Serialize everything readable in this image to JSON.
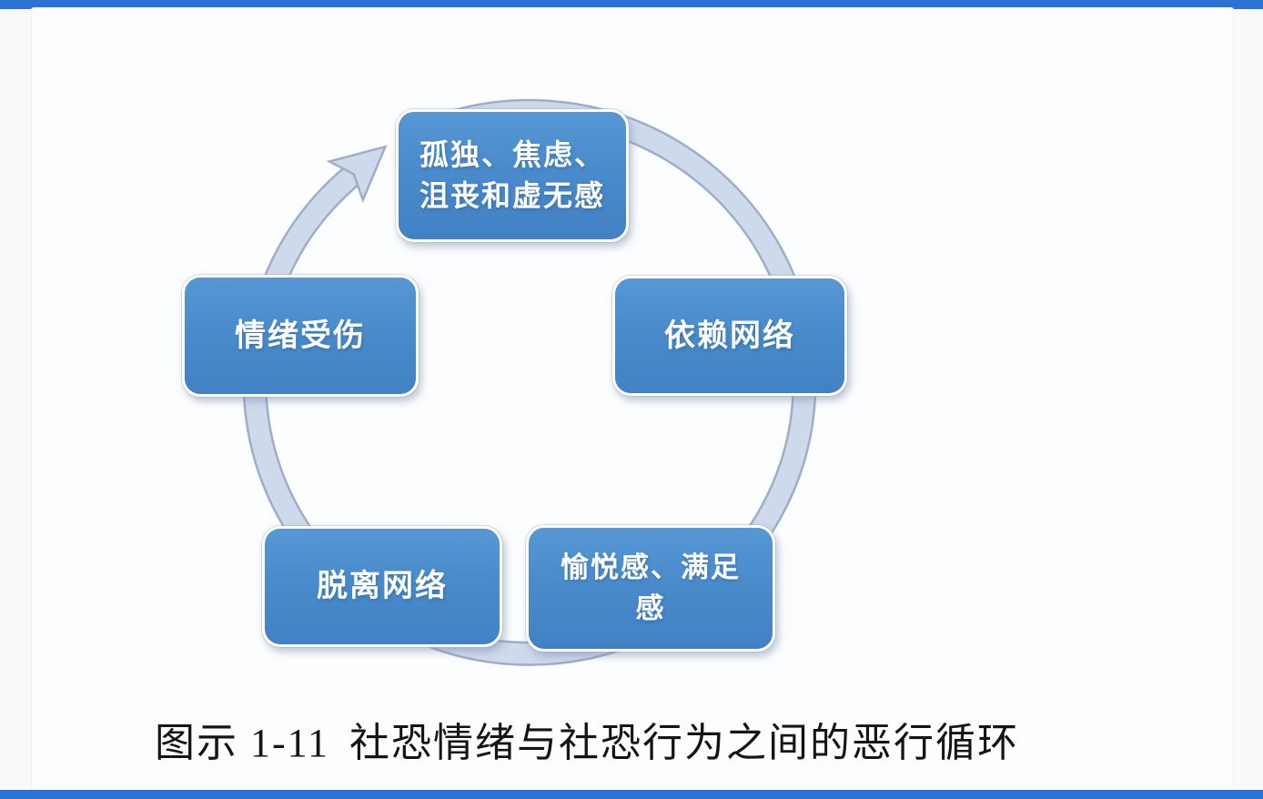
{
  "page": {
    "background_color": "#f7f9fb",
    "edge_bar_color": "#2c72d5"
  },
  "diagram": {
    "type": "cycle",
    "direction": "clockwise",
    "ring_fill_color": "#cfd9ec",
    "ring_outline_color": "#9fadc9",
    "node_fill_color": "#4a8bca",
    "node_border_color": "#ffffff",
    "node_text_color": "#ffffff",
    "nodes": {
      "top": {
        "label": "孤独、焦虑、沮丧和虚无感",
        "line1": "孤独、焦虑、",
        "line2": "沮丧和虚无感",
        "position": "top"
      },
      "right": {
        "label": "依赖网络",
        "position": "right"
      },
      "bottom_right": {
        "label": "愉悦感、满足感",
        "line1": "愉悦感、满足",
        "line2": "感",
        "position": "bottom-right"
      },
      "bottom_left": {
        "label": "脱离网络",
        "position": "bottom-left"
      },
      "left": {
        "label": "情绪受伤",
        "position": "left"
      }
    },
    "flow_order": [
      "孤独、焦虑、沮丧和虚无感",
      "依赖网络",
      "愉悦感、满足感",
      "脱离网络",
      "情绪受伤"
    ],
    "arrow": {
      "location": "between-left-node-and-top-node",
      "points_to": "孤独、焦虑、沮丧和虚无感"
    }
  },
  "caption": {
    "number": "图示 1-11",
    "text": "社恐情绪与社恐行为之间的恶行循环"
  }
}
